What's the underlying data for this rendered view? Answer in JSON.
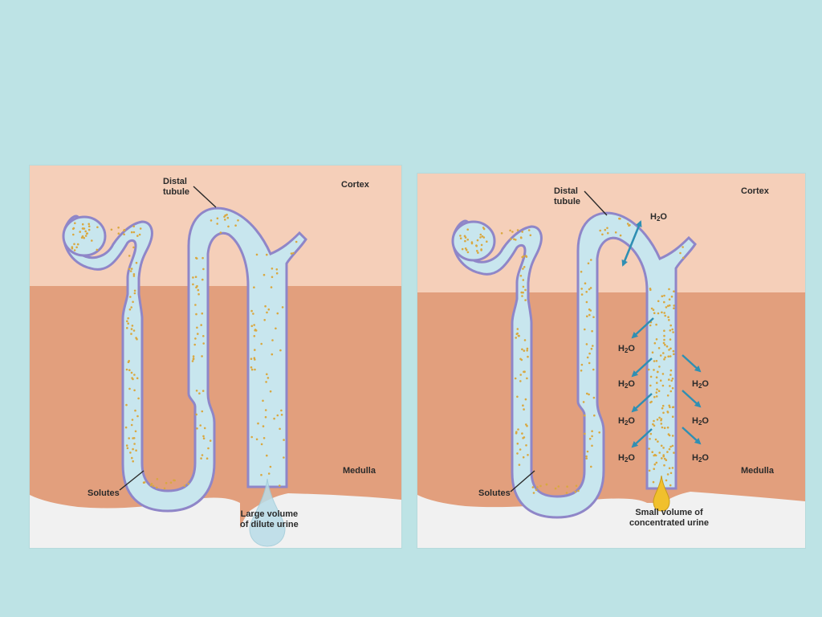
{
  "colors": {
    "background": "#bde3e5",
    "cortex": "#f5cfb9",
    "medulla": "#e29f7d",
    "pelvis": "#f1f1f1",
    "tubule_fill": "#c8e6ee",
    "tubule_wall": "#8f86c8",
    "solute": "#d9a840",
    "arrow": "#2f8fb3",
    "urine_dilute": "#b9dde8",
    "urine_concentrated": "#f1c02c"
  },
  "left_panel": {
    "cortex_label": "Cortex",
    "medulla_label": "Medulla",
    "distal_label": "Distal\ntubule",
    "solutes_label": "Solutes",
    "urine_label": "Large volume\nof dilute urine"
  },
  "right_panel": {
    "cortex_label": "Cortex",
    "medulla_label": "Medulla",
    "distal_label": "Distal\ntubule",
    "solutes_label": "Solutes",
    "urine_label": "Small volume of\nconcentrated urine",
    "water_label_main": "H",
    "water_label_sub": "2",
    "water_label_end": "O"
  }
}
